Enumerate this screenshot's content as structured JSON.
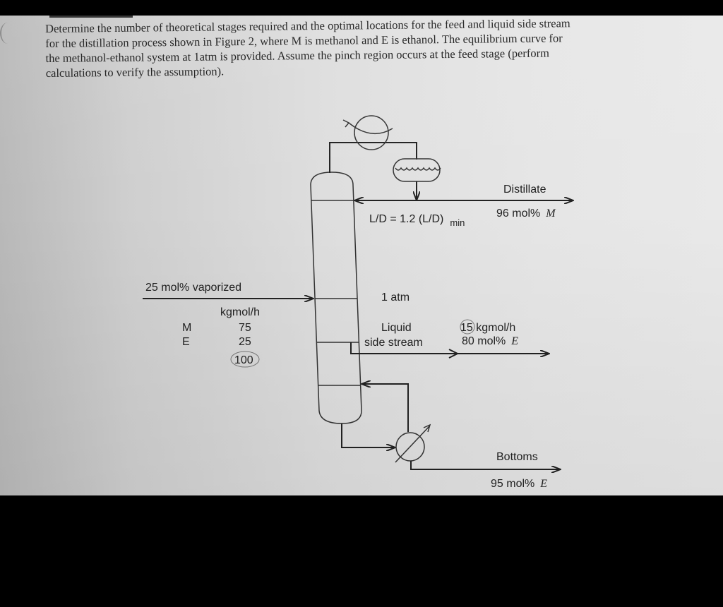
{
  "problem": {
    "lines": [
      "Determine the number of theoretical stages required and the optimal locations for the feed and liquid side stream",
      "for the distillation process shown in Figure 2, where M is methanol and E is ethanol. The equilibrium curve for",
      "the methanol-ethanol system at 1atm is provided. Assume the pinch region occurs at the feed stage (perform",
      "calculations to verify the assumption)."
    ]
  },
  "diagram": {
    "reflux_ratio": {
      "main": "L/D = 1.2 (L/D)",
      "sub": "min"
    },
    "distillate": {
      "label": "Distillate",
      "composition_value": "96 mol%",
      "composition_component": "M"
    },
    "feed": {
      "condition": "25 mol% vaporized",
      "unit": "kgmol/h",
      "components": [
        {
          "name": "M",
          "flow": "75"
        },
        {
          "name": "E",
          "flow": "25"
        }
      ],
      "total": "100"
    },
    "pressure": "1 atm",
    "side_stream": {
      "label_line1": "Liquid",
      "label_line2": "side stream",
      "flow": "15 kgmol/h",
      "composition_value": "80 mol%",
      "composition_component": "E"
    },
    "bottoms": {
      "label": "Bottoms",
      "composition_value": "95 mol%",
      "composition_component": "E"
    },
    "colors": {
      "line": "#222222",
      "paper": "#e0e0e0",
      "frame": "#000000"
    }
  }
}
